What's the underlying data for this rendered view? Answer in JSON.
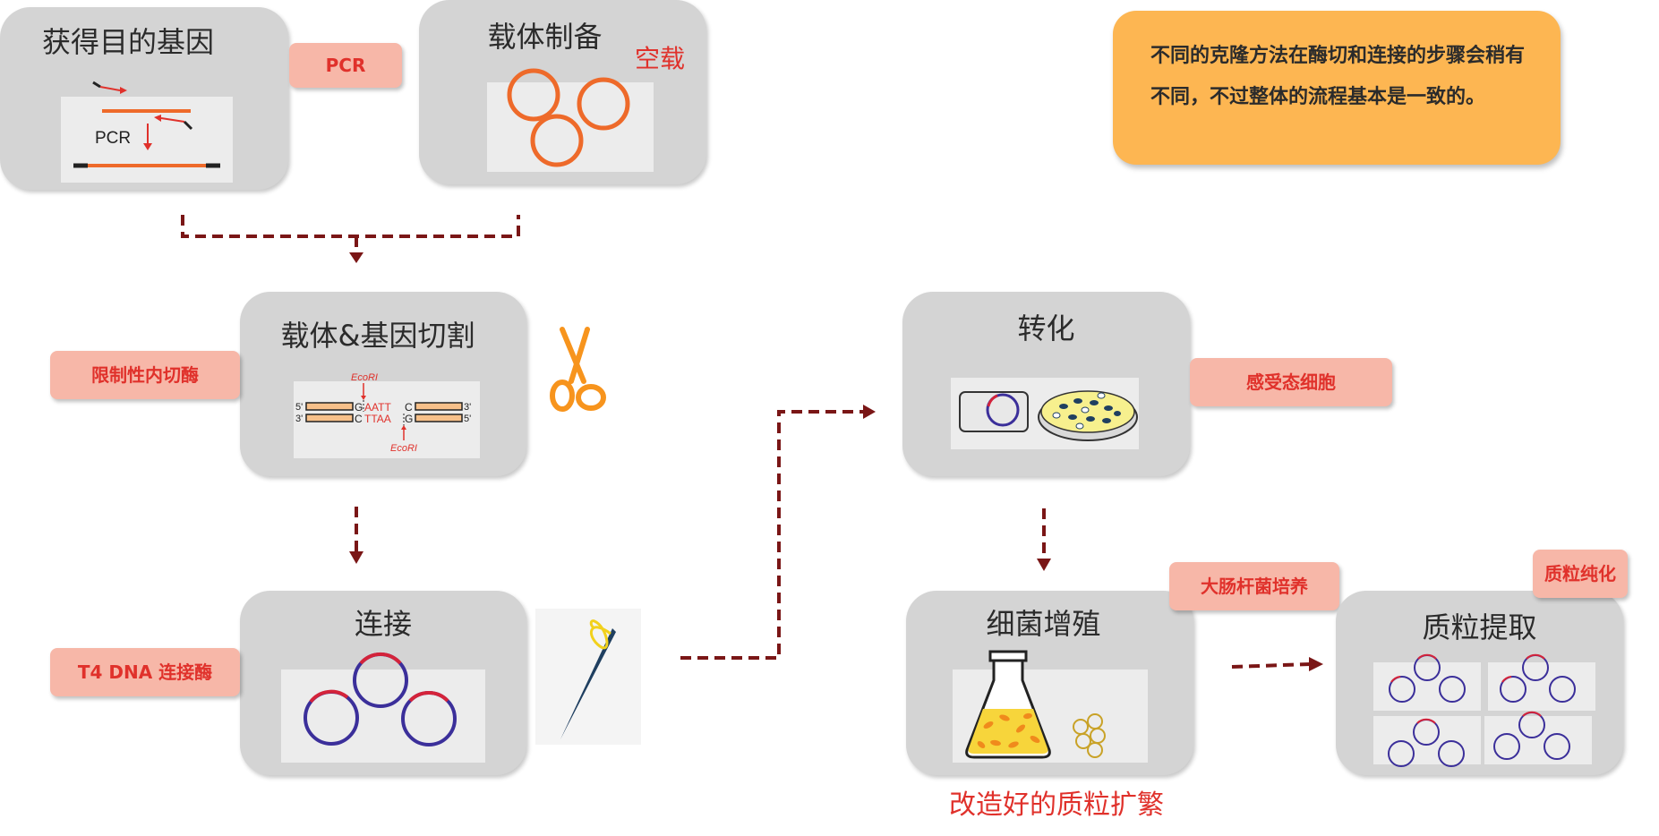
{
  "boxes": {
    "gene": "获得目的基因",
    "vector": "载体制备",
    "cut": "载体&基因切割",
    "ligate": "连接",
    "transform": "转化",
    "grow": "细菌增殖",
    "extract": "质粒提取"
  },
  "tags": {
    "pcr": "PCR",
    "enzyme": "限制性内切酶",
    "ligase": "T4 DNA  连接酶",
    "competent": "感受态细胞",
    "ecoli": "大肠杆菌培养",
    "purify": "质粒纯化"
  },
  "labels": {
    "empty_vector": "空载",
    "pcr_inner": "PCR",
    "ecori_top": "EcoRI",
    "ecori_bottom": "EcoRI",
    "five_left": "5'",
    "three_left": "3'",
    "three_right": "3'",
    "five_right": "5'",
    "top_seq_g": "G",
    "top_seq_rest": "AATT",
    "top_seq_c": "C",
    "bot_seq_c": "C",
    "bot_seq_rest": "TTAA",
    "bot_seq_g": "G"
  },
  "note": "不同的克隆方法在酶切和连接的步骤会稍有不同，不过整体的流程基本是一致的。",
  "caption": "改造好的质粒扩繁",
  "colors": {
    "box": "#d4d4d4",
    "tag_bg": "#f7b7a8",
    "tag_text": "#e0312b",
    "arrow": "#7a1616",
    "note_bg": "#fdb652",
    "dna_orange": "#ee6a2a",
    "plasmid_blue": "#3b2f9a",
    "plasmid_red": "#d4233a"
  }
}
